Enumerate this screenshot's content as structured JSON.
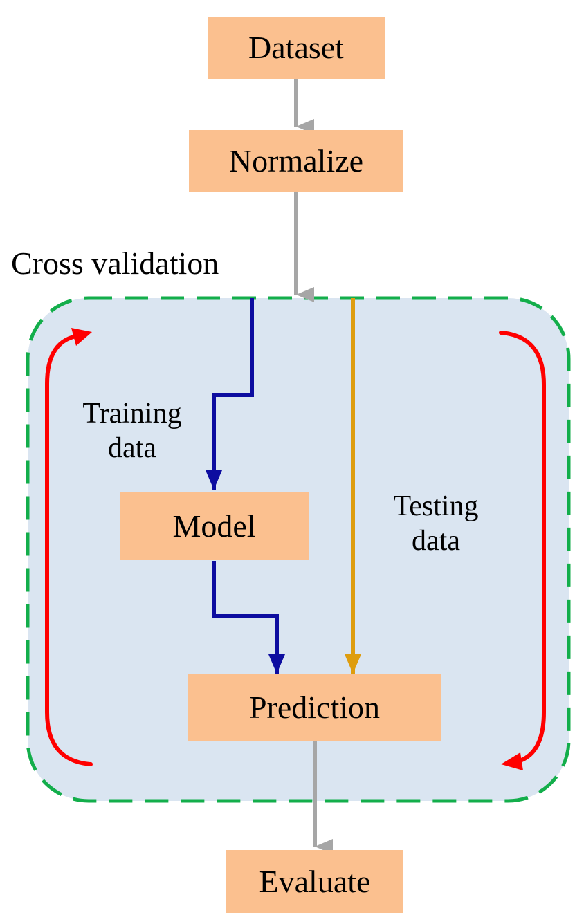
{
  "colors": {
    "box_fill": "#FBC08F",
    "panel_fill": "#DAE5F1",
    "panel_border": "#13AE4B",
    "flow_arrow": "#A6A6A6",
    "training_arrow": "#0D0DA0",
    "testing_arrow": "#DE9D0F",
    "loop_arrow": "#FF0000"
  },
  "nodes": {
    "dataset": "Dataset",
    "normalize": "Normalize",
    "model": "Model",
    "prediction": "Prediction",
    "evaluate": "Evaluate"
  },
  "labels": {
    "cross_validation": "Cross validation",
    "training_line1": "Training",
    "training_line2": "data",
    "testing_line1": "Testing",
    "testing_line2": "data"
  }
}
